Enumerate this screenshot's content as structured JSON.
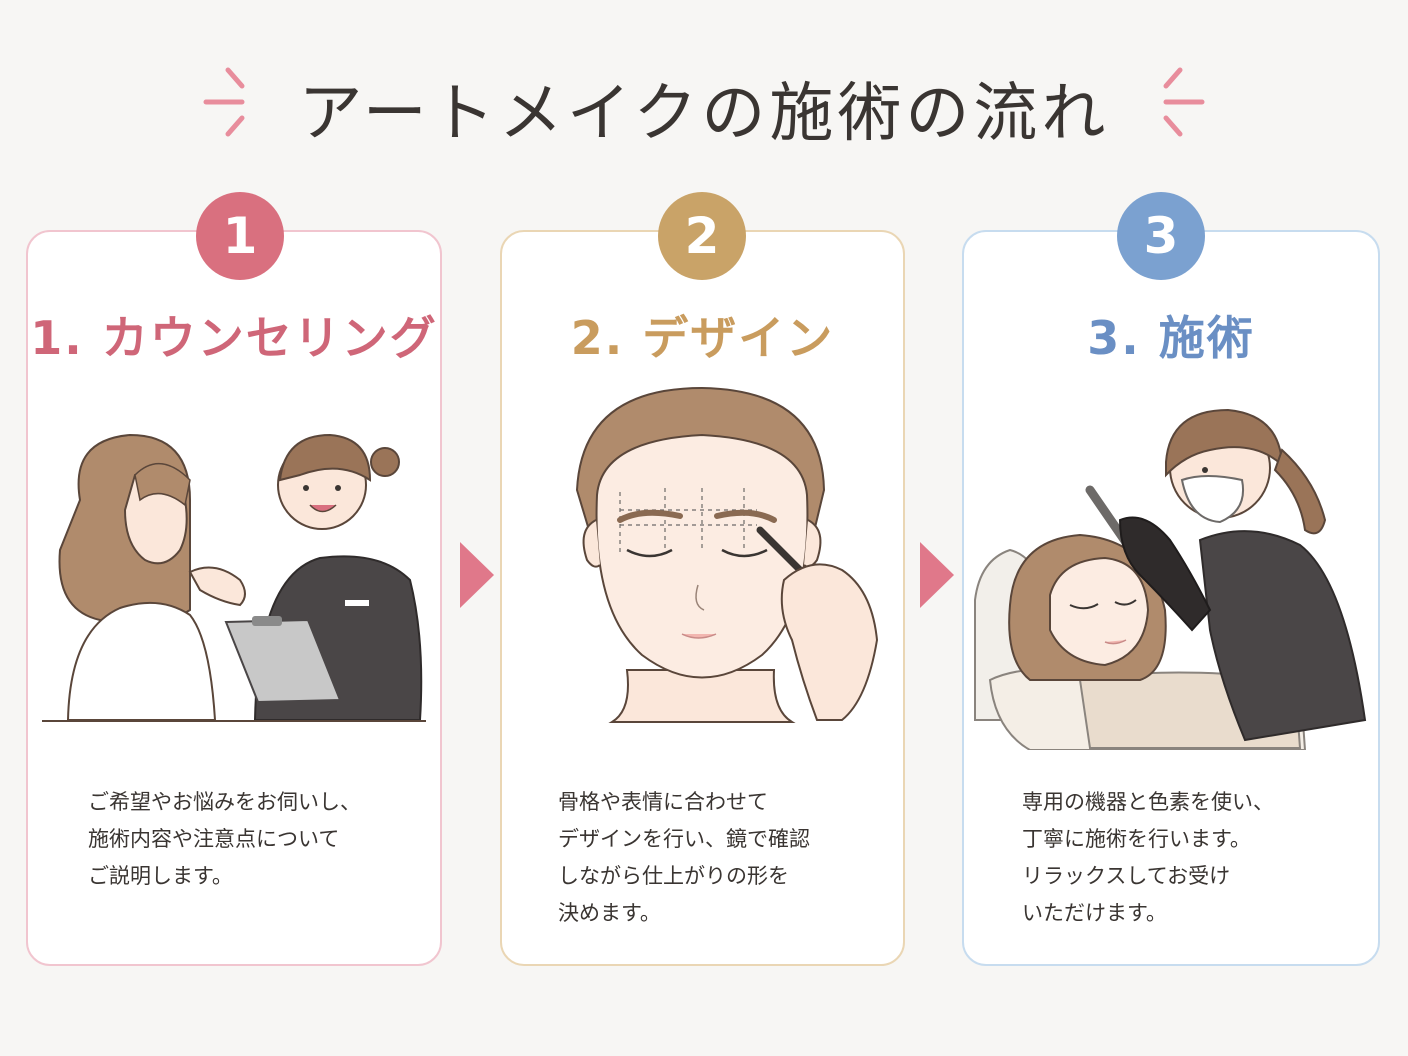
{
  "page": {
    "title": "アートメイクの施術の流れ",
    "accent_color": "#e0788a"
  },
  "steps": [
    {
      "number": "1",
      "title": "1. カウンセリング",
      "color": "#d9707f",
      "description": [
        "ご希望やお悩みをお伺いし、",
        "施術内容や注意点について",
        "ご説明します。"
      ]
    },
    {
      "number": "2",
      "title": "2. デザイン",
      "color": "#c9a368",
      "description": [
        "骨格や表情に合わせて",
        "デザインを行い、鏡で確認",
        "しながら仕上がりの形を",
        "決めます。"
      ]
    },
    {
      "number": "3",
      "title": "3. 施術",
      "color": "#7ba1d0",
      "description": [
        "専用の機器と色素を使い、",
        "丁寧に施術を行います。",
        "リラックスしてお受け",
        "いただけます。"
      ]
    }
  ]
}
